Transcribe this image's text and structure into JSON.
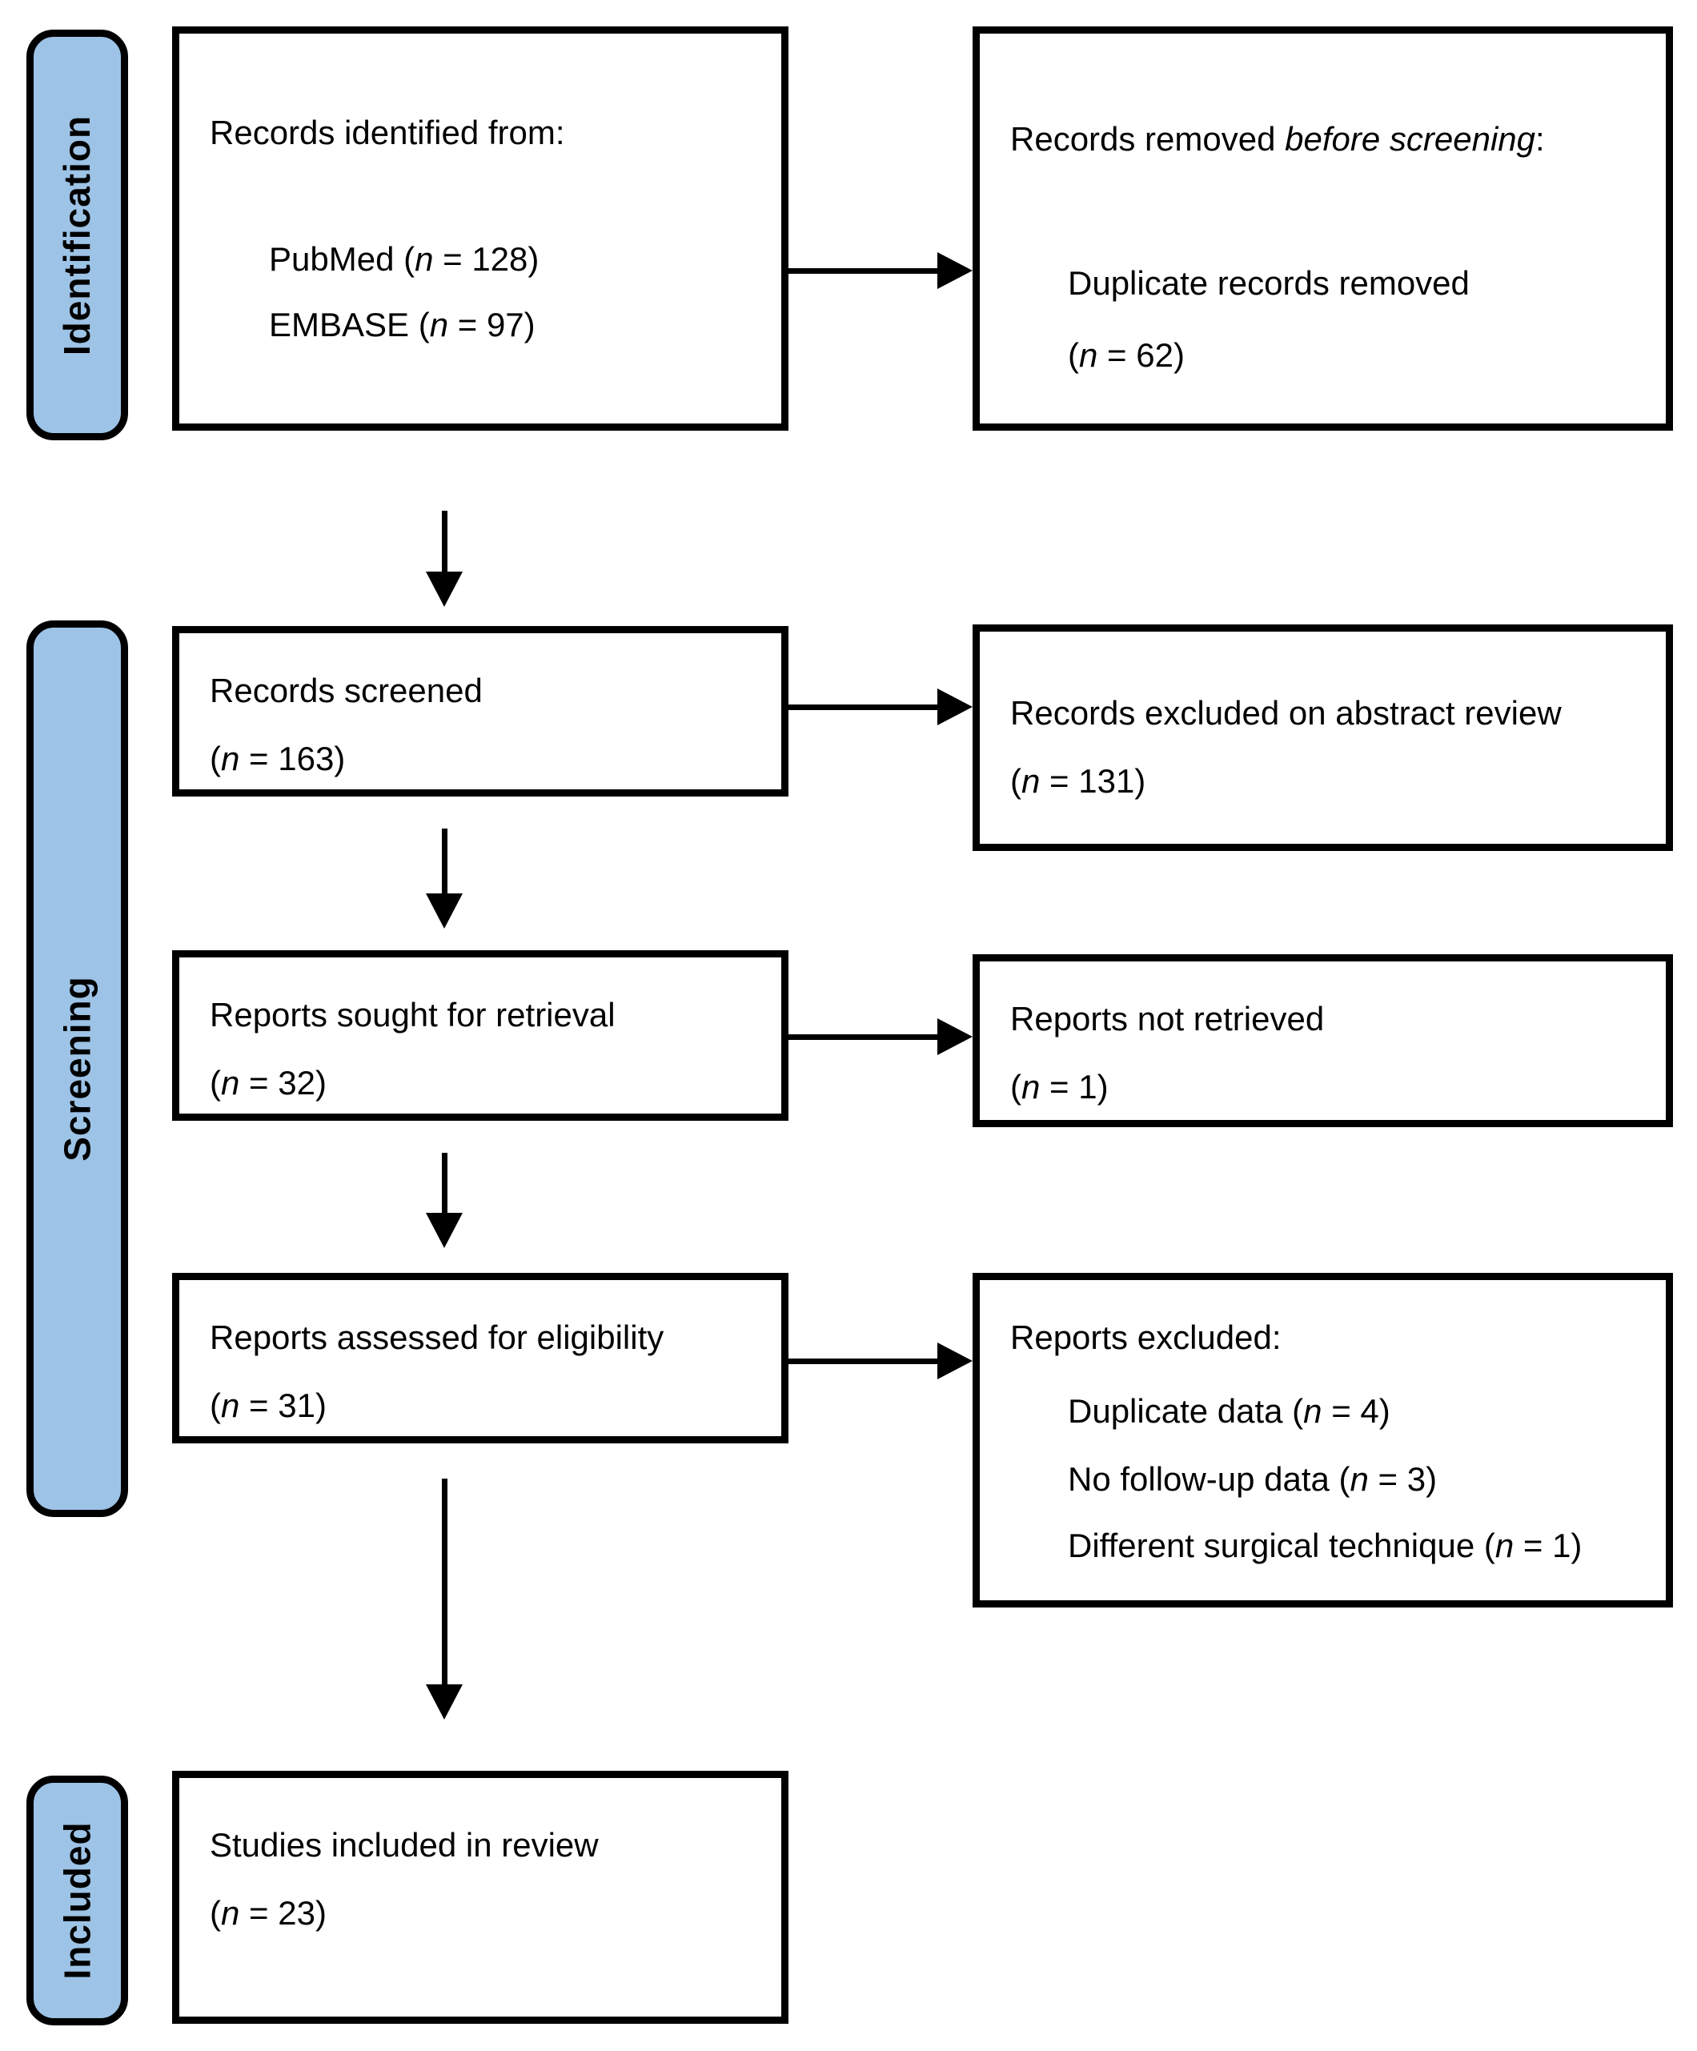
{
  "figure": {
    "type": "prisma-flow-diagram",
    "stage_labels": {
      "identification": "Identification",
      "screening": "Screening",
      "included": "Included"
    },
    "boxes": {
      "records_identified": {
        "line1": "Records identified from:",
        "line2": "PubMed (*n* = 128)",
        "line3": "EMBASE (*n* = 97)"
      },
      "records_removed": {
        "line1": "Records removed *before screening*:",
        "line2": "Duplicate records removed",
        "line3": "(*n* = 62)"
      },
      "records_screened": {
        "line1": "Records screened",
        "line2": "(*n* = 163)"
      },
      "records_excluded_abstract": {
        "line1": "Records excluded on abstract review",
        "line2": "(*n* = 131)"
      },
      "reports_sought": {
        "line1": "Reports sought for retrieval",
        "line2": "(*n* = 32)"
      },
      "reports_not_retrieved": {
        "line1": "Reports not retrieved",
        "line2": "(*n* = 1)"
      },
      "reports_assessed": {
        "line1": "Reports assessed for eligibility",
        "line2": "(*n* = 31)"
      },
      "reports_excluded": {
        "line1": "Reports excluded:",
        "line2": "Duplicate data (*n* = 4)",
        "line3": "No follow-up data (*n* = 3)",
        "line4": "Different surgical technique (*n* = 1)"
      },
      "studies_included": {
        "line1": "Studies included in review",
        "line2": "(*n* = 23)"
      }
    },
    "colors": {
      "stage_fill": "#9DC3E6",
      "line": "#000000",
      "background": "#FFFFFF"
    }
  }
}
